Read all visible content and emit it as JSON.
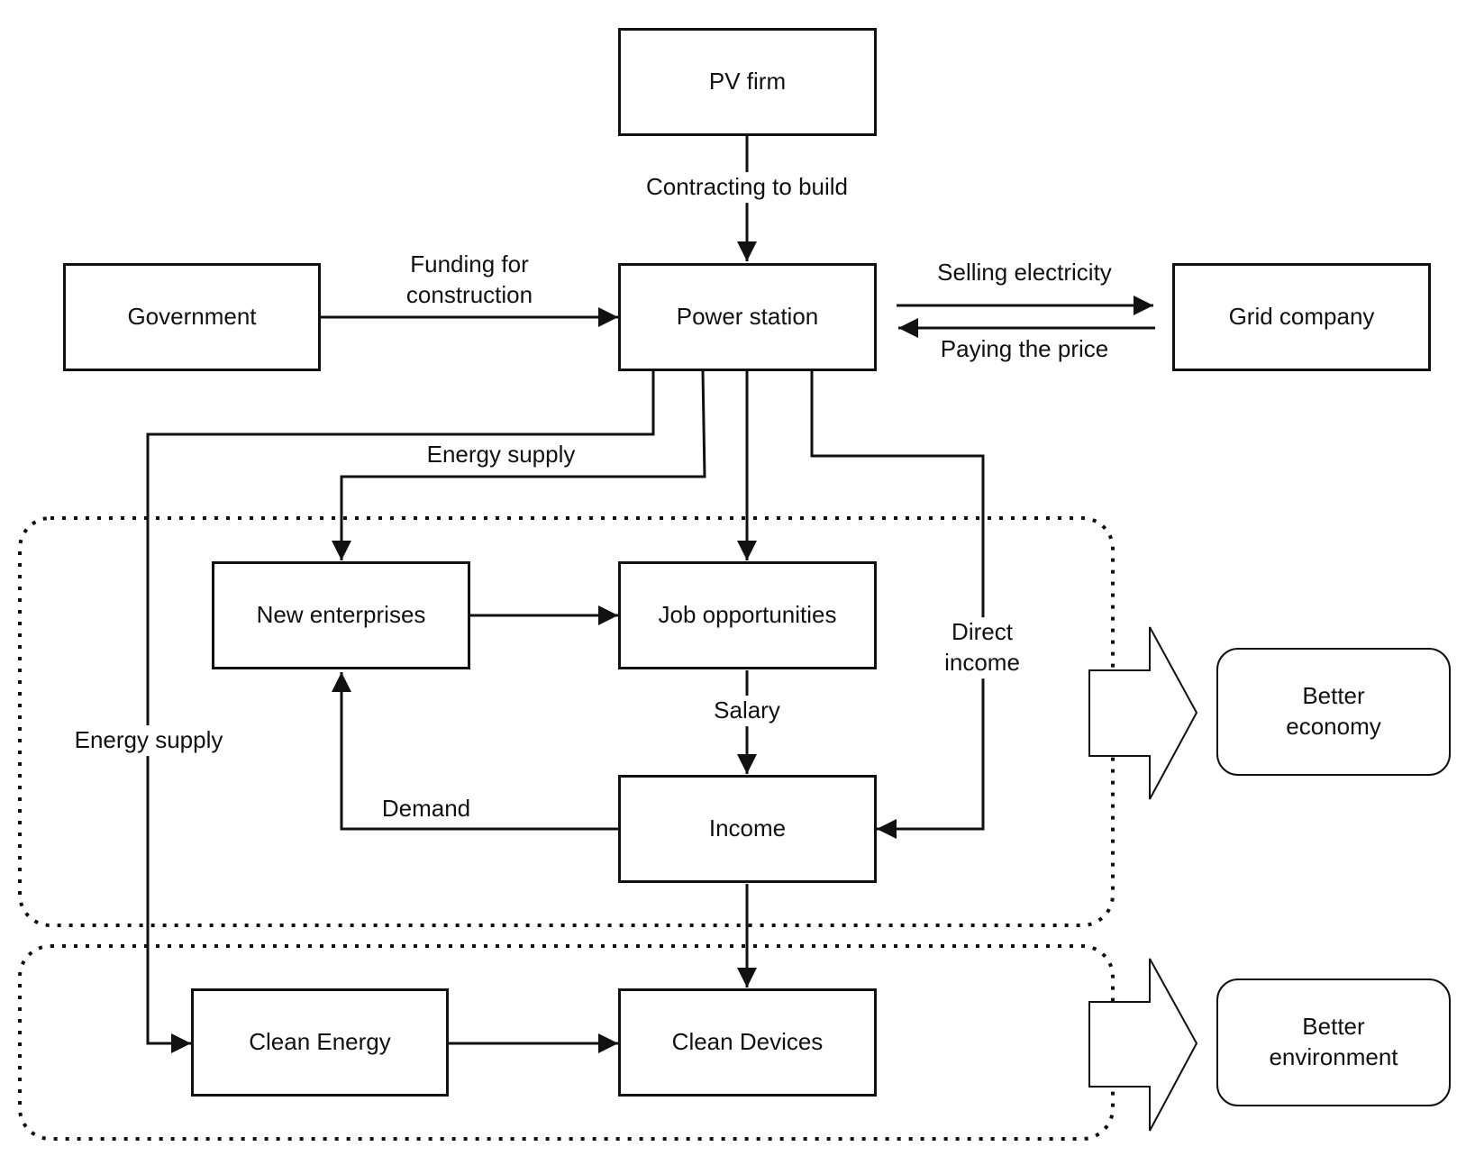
{
  "nodes": {
    "pv_firm": "PV firm",
    "government": "Government",
    "power_station": "Power station",
    "grid_company": "Grid company",
    "new_enterprises": "New enterprises",
    "job_opportunities": "Job opportunities",
    "income": "Income",
    "clean_energy": "Clean Energy",
    "clean_devices": "Clean Devices",
    "better_economy": [
      "Better",
      "economy"
    ],
    "better_environment": [
      "Better",
      "environment"
    ]
  },
  "edges": {
    "contracting": "Contracting to build",
    "funding": [
      "Funding for",
      "construction"
    ],
    "selling": "Selling electricity",
    "paying": "Paying the price",
    "energy_supply_top": "Energy supply",
    "energy_supply_left": "Energy supply",
    "direct_income": [
      "Direct",
      "income"
    ],
    "salary": "Salary",
    "demand": "Demand"
  }
}
